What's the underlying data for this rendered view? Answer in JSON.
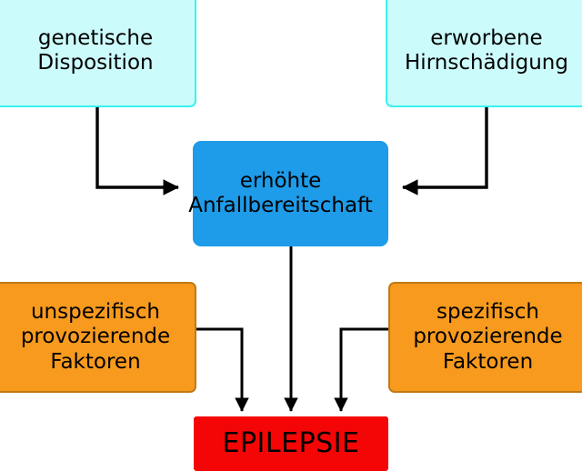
{
  "diagram": {
    "title": "Entstehung der Epilepsie",
    "language": "de",
    "background_color": "#ffffff",
    "nodes": [
      {
        "id": "genetic",
        "label": "genetische\nDisposition",
        "lines": [
          "genetische",
          "Disposition"
        ],
        "fill": "#ccfbfb",
        "stroke": "#36f2f2",
        "text_color": "#000000",
        "role": "predisposing-factor"
      },
      {
        "id": "acquired",
        "label": "erworbene\nHirnschädigung",
        "lines": [
          "erworbene",
          "Hirnschädigung"
        ],
        "fill": "#ccfbfb",
        "stroke": "#36f2f2",
        "text_color": "#000000",
        "role": "predisposing-factor"
      },
      {
        "id": "seizure",
        "label": "erhöhte\nAnfallbereitschaft",
        "lines": [
          "erhöhte",
          "Anfallbereitschaft"
        ],
        "fill": "#1e9be9",
        "stroke": "#1e9be9",
        "text_color": "#000000",
        "role": "intermediate-state"
      },
      {
        "id": "unspecific",
        "label": "unspezifisch\nprovozierende\nFaktoren",
        "lines": [
          "unspezifisch",
          "provozierende",
          "Faktoren"
        ],
        "fill": "#f79a1e",
        "stroke": "#c07a16",
        "text_color": "#000000",
        "role": "provoking-factor"
      },
      {
        "id": "specific",
        "label": "spezifisch\nprovozierende\nFaktoren",
        "lines": [
          "spezifisch",
          "provozierende",
          "Faktoren"
        ],
        "fill": "#f79a1e",
        "stroke": "#c07a16",
        "text_color": "#000000",
        "role": "provoking-factor"
      },
      {
        "id": "epilepsy",
        "label": "EPILEPSIE",
        "lines": [
          "EPILEPSIE"
        ],
        "fill": "#f50606",
        "stroke": "#f50606",
        "text_color": "#000000",
        "role": "outcome"
      }
    ],
    "edges": [
      {
        "id": "edge-genetic-seizure",
        "from": "genetic",
        "to": "seizure",
        "style": "elbow",
        "color": "#000000"
      },
      {
        "id": "edge-acquired-seizure",
        "from": "acquired",
        "to": "seizure",
        "style": "elbow",
        "color": "#000000"
      },
      {
        "id": "edge-seizure-epilepsy",
        "from": "seizure",
        "to": "epilepsy",
        "style": "straight",
        "color": "#000000"
      },
      {
        "id": "edge-unspecific-epilepsy",
        "from": "unspecific",
        "to": "epilepsy",
        "style": "elbow",
        "color": "#000000"
      },
      {
        "id": "edge-specific-epilepsy",
        "from": "specific",
        "to": "epilepsy",
        "style": "elbow",
        "color": "#000000"
      }
    ]
  },
  "nodes_text": {
    "genetic_line1": "genetische",
    "genetic_line2": "Disposition",
    "acquired_line1": "erworbene",
    "acquired_line2": "Hirnschädigung",
    "seizure_line1": "erhöhte",
    "seizure_line2": "Anfallbereitschaft",
    "unspecific_line1": "unspezifisch",
    "unspecific_line2": "provozierende",
    "unspecific_line3": "Faktoren",
    "specific_line1": "spezifisch",
    "specific_line2": "provozierende",
    "specific_line3": "Faktoren",
    "epilepsy": "EPILEPSIE"
  }
}
